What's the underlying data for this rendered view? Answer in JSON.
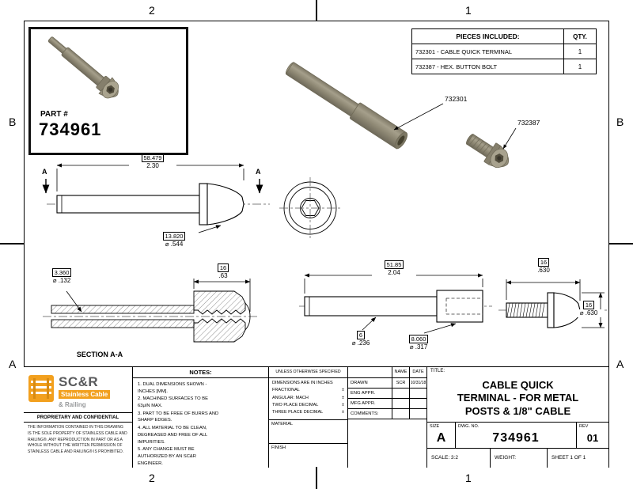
{
  "frame": {
    "zone_top_left": "2",
    "zone_top_right": "1",
    "zone_bottom_left": "2",
    "zone_bottom_right": "1",
    "zone_left_upper": "B",
    "zone_left_lower": "A",
    "zone_right_upper": "B",
    "zone_right_lower": "A"
  },
  "inset": {
    "part_label": "PART #",
    "part_number": "734961"
  },
  "pieces_table": {
    "title": "PIECES INCLUDED:",
    "qty_header": "QTY.",
    "rows": [
      {
        "item": "732301 - CABLE QUICK TERMINAL",
        "qty": "1"
      },
      {
        "item": "732387 - HEX. BUTTON BOLT",
        "qty": "1"
      }
    ]
  },
  "assembly": {
    "terminal_label": "732301",
    "bolt_label": "732387"
  },
  "views": {
    "side": {
      "length_mm": "58.479",
      "length_in": "2.30",
      "head_dia_mm": "13.820",
      "head_dia_in": "⌀ .544",
      "section_arrow": "A"
    },
    "section": {
      "bore_mm": "3.360",
      "bore_in": "⌀ .132",
      "head_len_mm": "16",
      "head_len_in": ".63",
      "label": "SECTION A-A"
    },
    "terminal": {
      "length_mm": "51.85",
      "length_in": "2.04",
      "shaft_dia_mm": "6",
      "shaft_dia_in": "⌀ .236",
      "head_dia_mm": "8.060",
      "head_dia_in": "⌀ .317"
    },
    "bolt": {
      "length_mm": "16",
      "length_in": ".630",
      "head_dia_mm": "16",
      "head_dia_in": "⌀ .630"
    }
  },
  "title_block": {
    "company": {
      "scr": "SC&R",
      "line1": "Stainless Cable",
      "line2": "& Railing",
      "proprietary": "PROPRIETARY AND CONFIDENTIAL",
      "legal": "THE INFORMATION CONTAINED IN THIS DRAWING IS THE SOLE PROPERTY OF STAINLESS CABLE AND RAILING®. ANY REPRODUCTION IN PART OR AS A WHOLE WITHOUT THE WRITTEN PERMISSION OF STAINLESS CABLE AND RAILING® IS PROHIBITED."
    },
    "notes": {
      "header": "NOTES:",
      "items": [
        "1. DUAL DIMENSIONS SHOWN - INCHES [MM].",
        "2. MACHINED SURFACES TO BE 63μIN MAX.",
        "3. PART TO BE FREE OF BURRS AND SHARP EDGES.",
        "4. ALL MATERIAL TO BE CLEAN, DEGREASED AND FREE OF ALL IMPURITIES.",
        "5. ANY CHANGE MUST BE AUTHORIZED BY AN SC&R ENGINEER."
      ]
    },
    "tolerances": {
      "header": "UNLESS OTHERWISE SPECIFIED",
      "lines": [
        {
          "t": "DIMENSIONS ARE IN INCHES",
          "pm": ""
        },
        {
          "t": "FRACTIONAL",
          "pm": "±"
        },
        {
          "t": "ANGULAR: MACH",
          "pm": "±"
        },
        {
          "t": "TWO PLACE DECIMAL",
          "pm": "±"
        },
        {
          "t": "THREE PLACE DECIMAL",
          "pm": "±"
        }
      ],
      "material_label": "MATERIAL",
      "finish_label": "FINISH"
    },
    "approvals": {
      "name_header": "NAME",
      "date_header": "DATE",
      "rows": [
        {
          "label": "DRAWN",
          "name": "SCR",
          "date": "10/31/18"
        },
        {
          "label": "ENG APPR.",
          "name": "",
          "date": ""
        },
        {
          "label": "MFG APPR.",
          "name": "",
          "date": ""
        },
        {
          "label": "COMMENTS:",
          "name": "",
          "date": ""
        }
      ]
    },
    "title_label": "TITLE:",
    "title_lines": [
      "CABLE QUICK",
      "TERMINAL - FOR METAL",
      "POSTS & 1/8\" CABLE"
    ],
    "size_label": "SIZE",
    "size": "A",
    "dwg_label": "DWG.  NO.",
    "dwg_no": "734961",
    "rev_label": "REV",
    "rev": "01",
    "scale": "SCALE: 3:2",
    "weight": "WEIGHT:",
    "sheet": "SHEET 1 OF 1"
  }
}
